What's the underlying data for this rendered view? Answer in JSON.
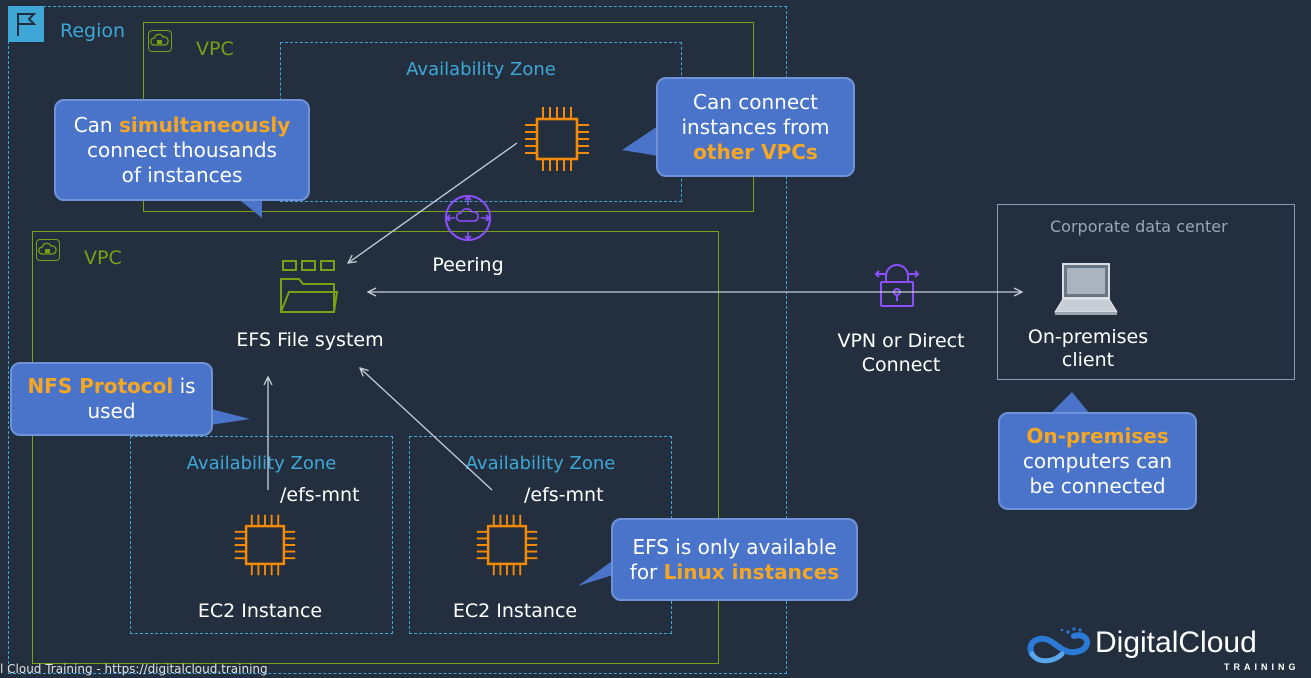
{
  "region": {
    "label": "Region"
  },
  "vpc_top": {
    "label": "VPC",
    "az_label": "Availability Zone"
  },
  "vpc_bottom": {
    "label": "VPC",
    "efs_label": "EFS File system",
    "az_left": {
      "label": "Availability Zone",
      "mount": "/efs-mnt",
      "instance": "EC2 Instance"
    },
    "az_right": {
      "label": "Availability Zone",
      "mount": "/efs-mnt",
      "instance": "EC2 Instance"
    }
  },
  "peering": {
    "label": "Peering"
  },
  "vpn": {
    "line1": "VPN or Direct",
    "line2": "Connect"
  },
  "datacenter": {
    "label": "Corporate data center",
    "client_line1": "On-premises",
    "client_line2": "client"
  },
  "callouts": {
    "simultaneous": {
      "pre": "Can ",
      "hl": "simultaneously",
      "line2": "connect thousands",
      "line3": "of instances"
    },
    "other_vpcs": {
      "line1": "Can connect",
      "line2": "instances from",
      "hl": "other VPCs"
    },
    "nfs": {
      "hl": "NFS Protocol",
      "post": " is",
      "line2": "used"
    },
    "linux": {
      "line1": "EFS is only available",
      "pre": "for ",
      "hl": "Linux instances"
    },
    "onprem": {
      "hl": "On-premises",
      "line2": "computers can",
      "line3": "be connected"
    }
  },
  "footer": {
    "text": "l Cloud Training - https://digitalcloud.training"
  },
  "logo": {
    "word": "DigitalCloud",
    "sub": "TRAINING"
  },
  "colors": {
    "background": "#232f3e",
    "region": "#3fa7d6",
    "vpc": "#7aa116",
    "ec2": "#f58a07",
    "efs": "#7aa116",
    "peering": "#8c4fff",
    "callout": "#4a74c9",
    "highlight": "#f5a623"
  }
}
